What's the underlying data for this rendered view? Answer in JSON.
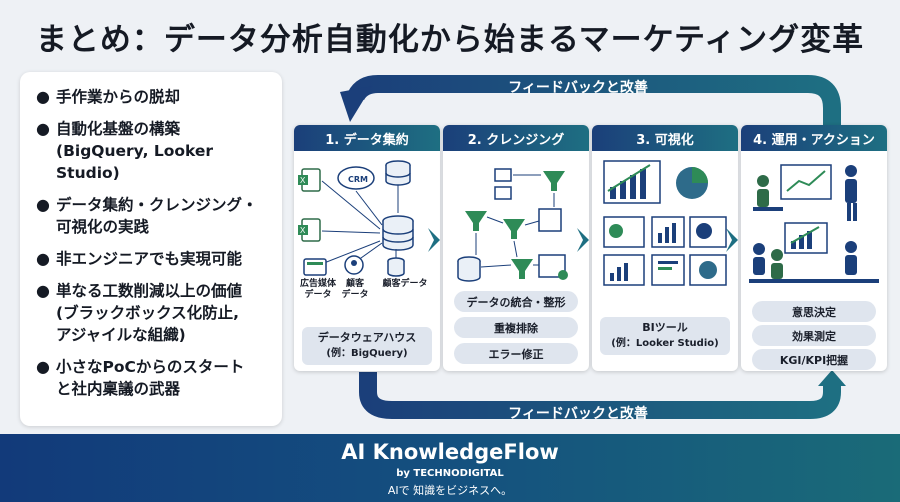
{
  "title": "まとめ：データ分析自動化から始まるマーケティング変革",
  "left_panel": {
    "bullets": [
      "手作業からの脱却",
      "自動化基盤の構築\n(BigQuery, Looker Studio)",
      "データ集約・クレンジング・\n可視化の実践",
      "非エンジニアでも実現可能",
      "単なる工数削減以上の価値\n(ブラックボックス化防止,\nアジャイルな組織)",
      "小さなPoCからのスタート\nと社内稟議の武器"
    ]
  },
  "feedback": {
    "top_label": "フィードバックと改善",
    "bottom_label": "フィードバックと改善"
  },
  "steps": [
    {
      "title": "1. データ集約",
      "icon_labels": {
        "crm": "CRM",
        "ad": "広告媒体\nデータ",
        "customer": "顧客\nデータ",
        "customer2": "顧客データ"
      },
      "output_title": "データウェアハウス",
      "output_sub": "(例：BigQuery)"
    },
    {
      "title": "2. クレンジング",
      "pills": [
        "データの統合・整形",
        "重複排除",
        "エラー修正"
      ]
    },
    {
      "title": "3. 可視化",
      "output_title": "BIツール",
      "output_sub": "(例：Looker Studio)"
    },
    {
      "title": "4. 運用・アクション",
      "pills": [
        "意思決定",
        "効果測定",
        "KGI/KPI把握"
      ]
    }
  ],
  "footer": {
    "brand": "AI KnowledgeFlow",
    "by": "by TECHNODIGITAL",
    "tagline": "AIで 知識をビジネスへ。"
  },
  "colors": {
    "navy": "#1b3f7a",
    "teal": "#1e6f82",
    "green": "#3f8f5a",
    "pill": "#dfe5ee"
  }
}
